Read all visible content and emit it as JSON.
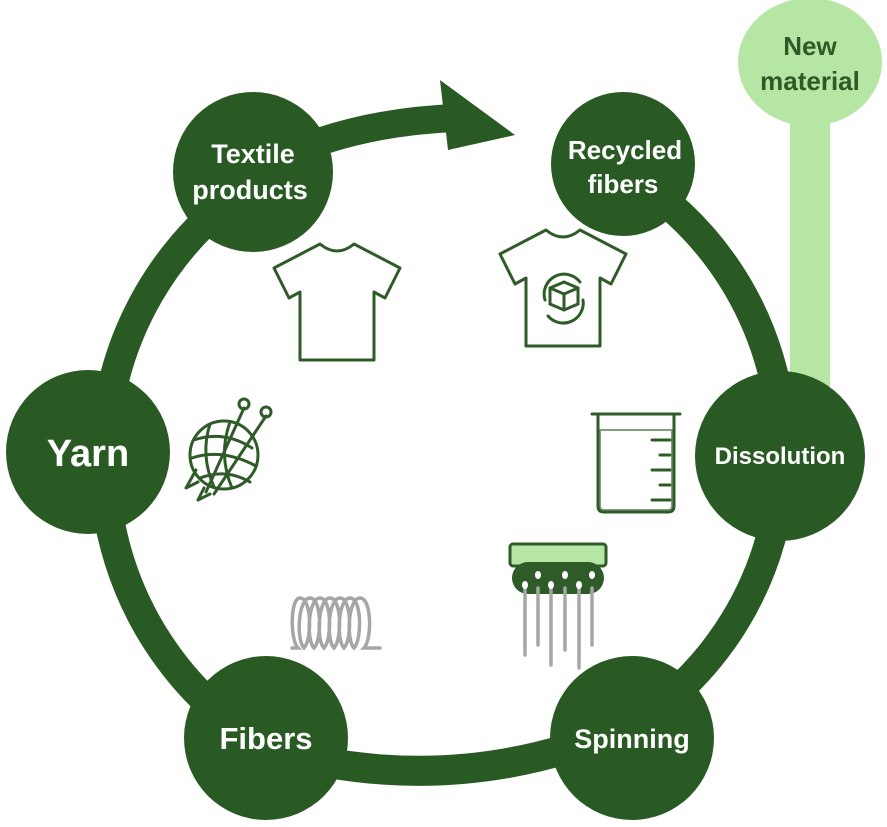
{
  "colors": {
    "dark_green": "#2a5a24",
    "light_green": "#b5e6a3",
    "icon_green": "#2e5b27",
    "gray": "#a6a6a6"
  },
  "nodes": {
    "textile_products": {
      "line1": "Textile",
      "line2": "products"
    },
    "recycled_fibers": {
      "line1": "Recycled",
      "line2": "fibers"
    },
    "dissolution": {
      "label": "Dissolution"
    },
    "spinning": {
      "label": "Spinning"
    },
    "fibers": {
      "label": "Fibers"
    },
    "yarn": {
      "label": "Yarn"
    },
    "new_material": {
      "line1": "New",
      "line2": "material"
    }
  },
  "icons": [
    "tshirt-icon",
    "recycled-tshirt-icon",
    "beaker-icon",
    "spinneret-icon",
    "coil-fiber-icon",
    "yarn-ball-icon"
  ]
}
